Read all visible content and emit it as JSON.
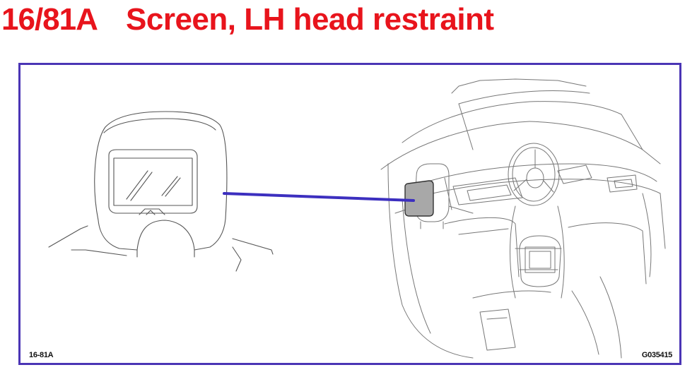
{
  "header": {
    "code": "16/81A",
    "title": "Screen, LH head restraint"
  },
  "figure": {
    "code_label": "16-81A",
    "reference_label": "G035415"
  },
  "colors": {
    "title": "#e8141c",
    "frame": "#4b35b5",
    "leader_line": "#3c2fbf",
    "screen_highlight": "#a8a8a8"
  }
}
